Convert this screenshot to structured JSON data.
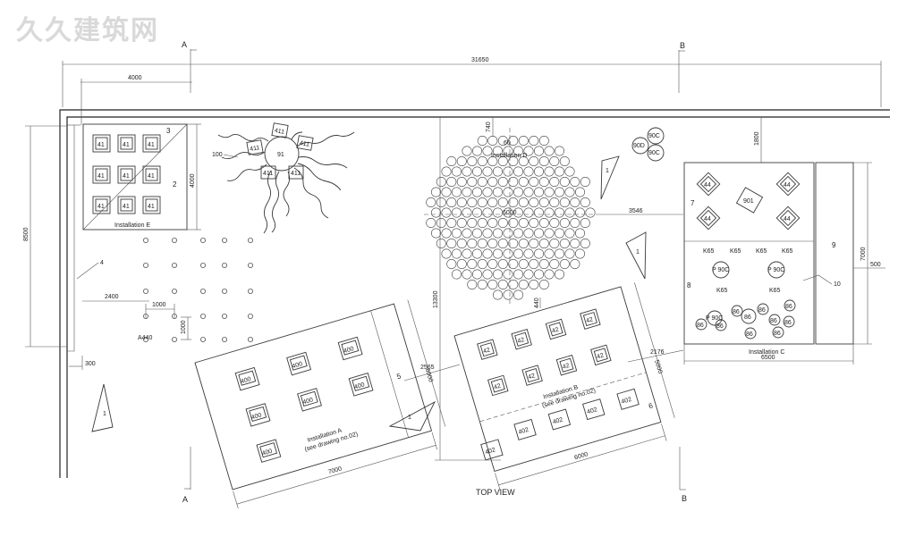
{
  "watermark": "久久建筑网",
  "view_title": "TOP VIEW",
  "section_marks": {
    "a": "A",
    "b": "B"
  },
  "dimensions": {
    "overall_width": "31650",
    "left_top": "4000",
    "left_height": "8500",
    "installation_e_height": "4000",
    "offset_2400": "2400",
    "grid_1000_h": "1000",
    "grid_1000_v": "1000",
    "offset_300": "300",
    "inst_a_width": "7000",
    "inst_a_height": "6000",
    "gap_2565": "2565",
    "inst_b_width": "6000",
    "inst_b_height": "5000",
    "gap_2176": "2176",
    "top_740": "740",
    "circle_diam": "6000",
    "vertical_13300": "13300",
    "gap_3546": "3546",
    "gap_1800": "1800",
    "inst_c_width": "6500",
    "inst_c_height": "7000",
    "right_500": "500",
    "small_440": "440"
  },
  "labels": {
    "installation_a": "Installation A",
    "installation_a_note": "(see drawing no.02)",
    "installation_b": "Installation B",
    "installation_b_note": "(see drawing no.02)",
    "installation_c": "Installation C",
    "installation_d": "Installation D",
    "installation_e": "Installation E",
    "a440": "A440",
    "sun_center": "91",
    "sun_left": "100",
    "circle_top": "60"
  },
  "item_numbers": {
    "n1": "1",
    "n2": "2",
    "n3": "3",
    "n4": "4",
    "n5": "5",
    "n6": "6",
    "n7": "7",
    "n8": "8",
    "n9": "9",
    "n10": "10"
  },
  "furniture": {
    "chair_41": "41",
    "chair_411": "411",
    "chair_400": "400",
    "chair_42": "42",
    "chair_402": "402",
    "chair_44": "44",
    "table_901": "901",
    "k65": "K65",
    "p90c": "P 90C",
    "c86": "86",
    "c90d": "90D",
    "c90c": "90C"
  }
}
